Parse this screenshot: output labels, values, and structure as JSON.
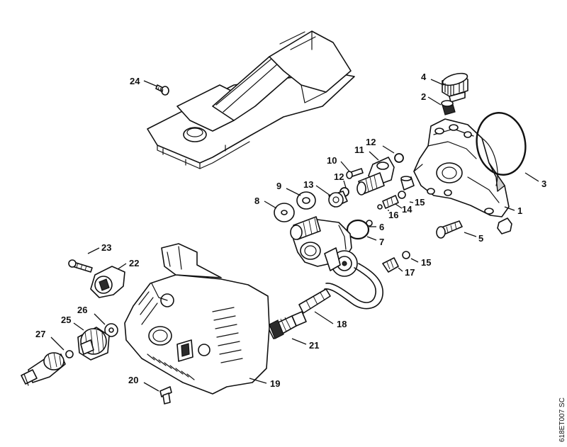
{
  "drawing_ref": "618ET007 SC",
  "callouts": {
    "c1": "1",
    "c2": "2",
    "c3": "3",
    "c4": "4",
    "c5": "5",
    "c6": "6",
    "c7": "7",
    "c8": "8",
    "c9": "9",
    "c10": "10",
    "c11": "11",
    "c12a": "12",
    "c12b": "12",
    "c13": "13",
    "c14": "14",
    "c15a": "15",
    "c15b": "15",
    "c16": "16",
    "c17": "17",
    "c18": "18",
    "c19": "19",
    "c20": "20",
    "c21": "21",
    "c22": "22",
    "c23": "23",
    "c24": "24",
    "c25": "25",
    "c26": "26",
    "c27": "27"
  },
  "colors": {
    "line": "#111111",
    "background": "#ffffff",
    "shade": "#cfcfcf"
  }
}
